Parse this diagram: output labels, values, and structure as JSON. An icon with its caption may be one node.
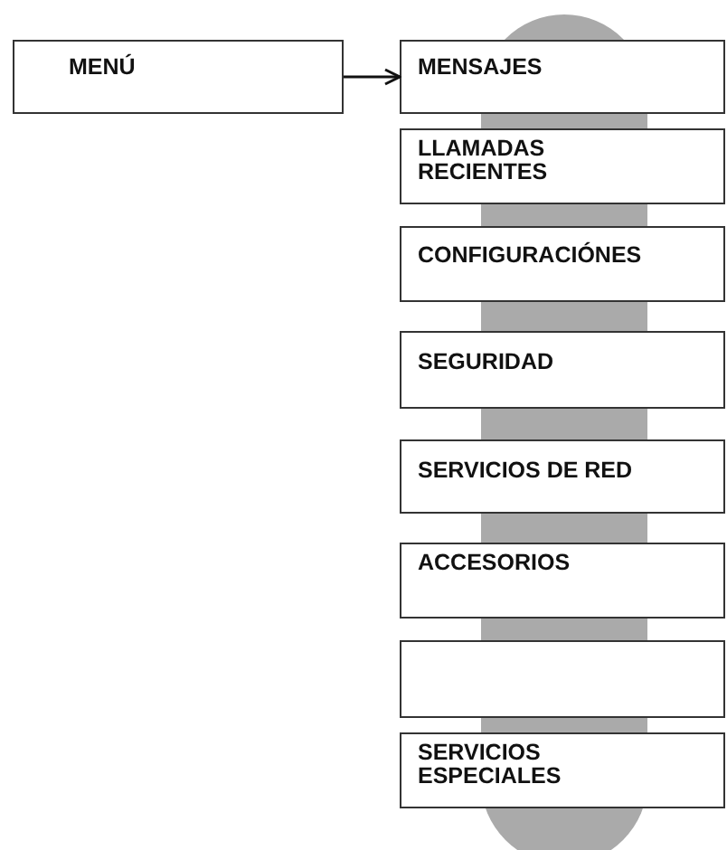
{
  "diagram": {
    "nodes": [
      {
        "text": [
          "MENÚ"
        ]
      },
      {
        "text": [
          "MENSAJES"
        ]
      },
      {
        "text": [
          "LLAMADAS RECIENTES"
        ]
      },
      {
        "text": [
          "CONFIGURACIÓNES"
        ]
      },
      {
        "text": [
          "SEGURIDAD"
        ]
      },
      {
        "text": [
          "SERVICIOS DE RED"
        ]
      },
      {
        "text": [
          "ACCESORIOS"
        ]
      },
      {
        "text": [],
        "shape": "box"
      },
      {
        "text": [
          "SERVICIOS ESPECIALES"
        ]
      }
    ],
    "edges": [
      {
        "from": 0,
        "to": 1,
        "arrow": "to"
      }
    ]
  }
}
